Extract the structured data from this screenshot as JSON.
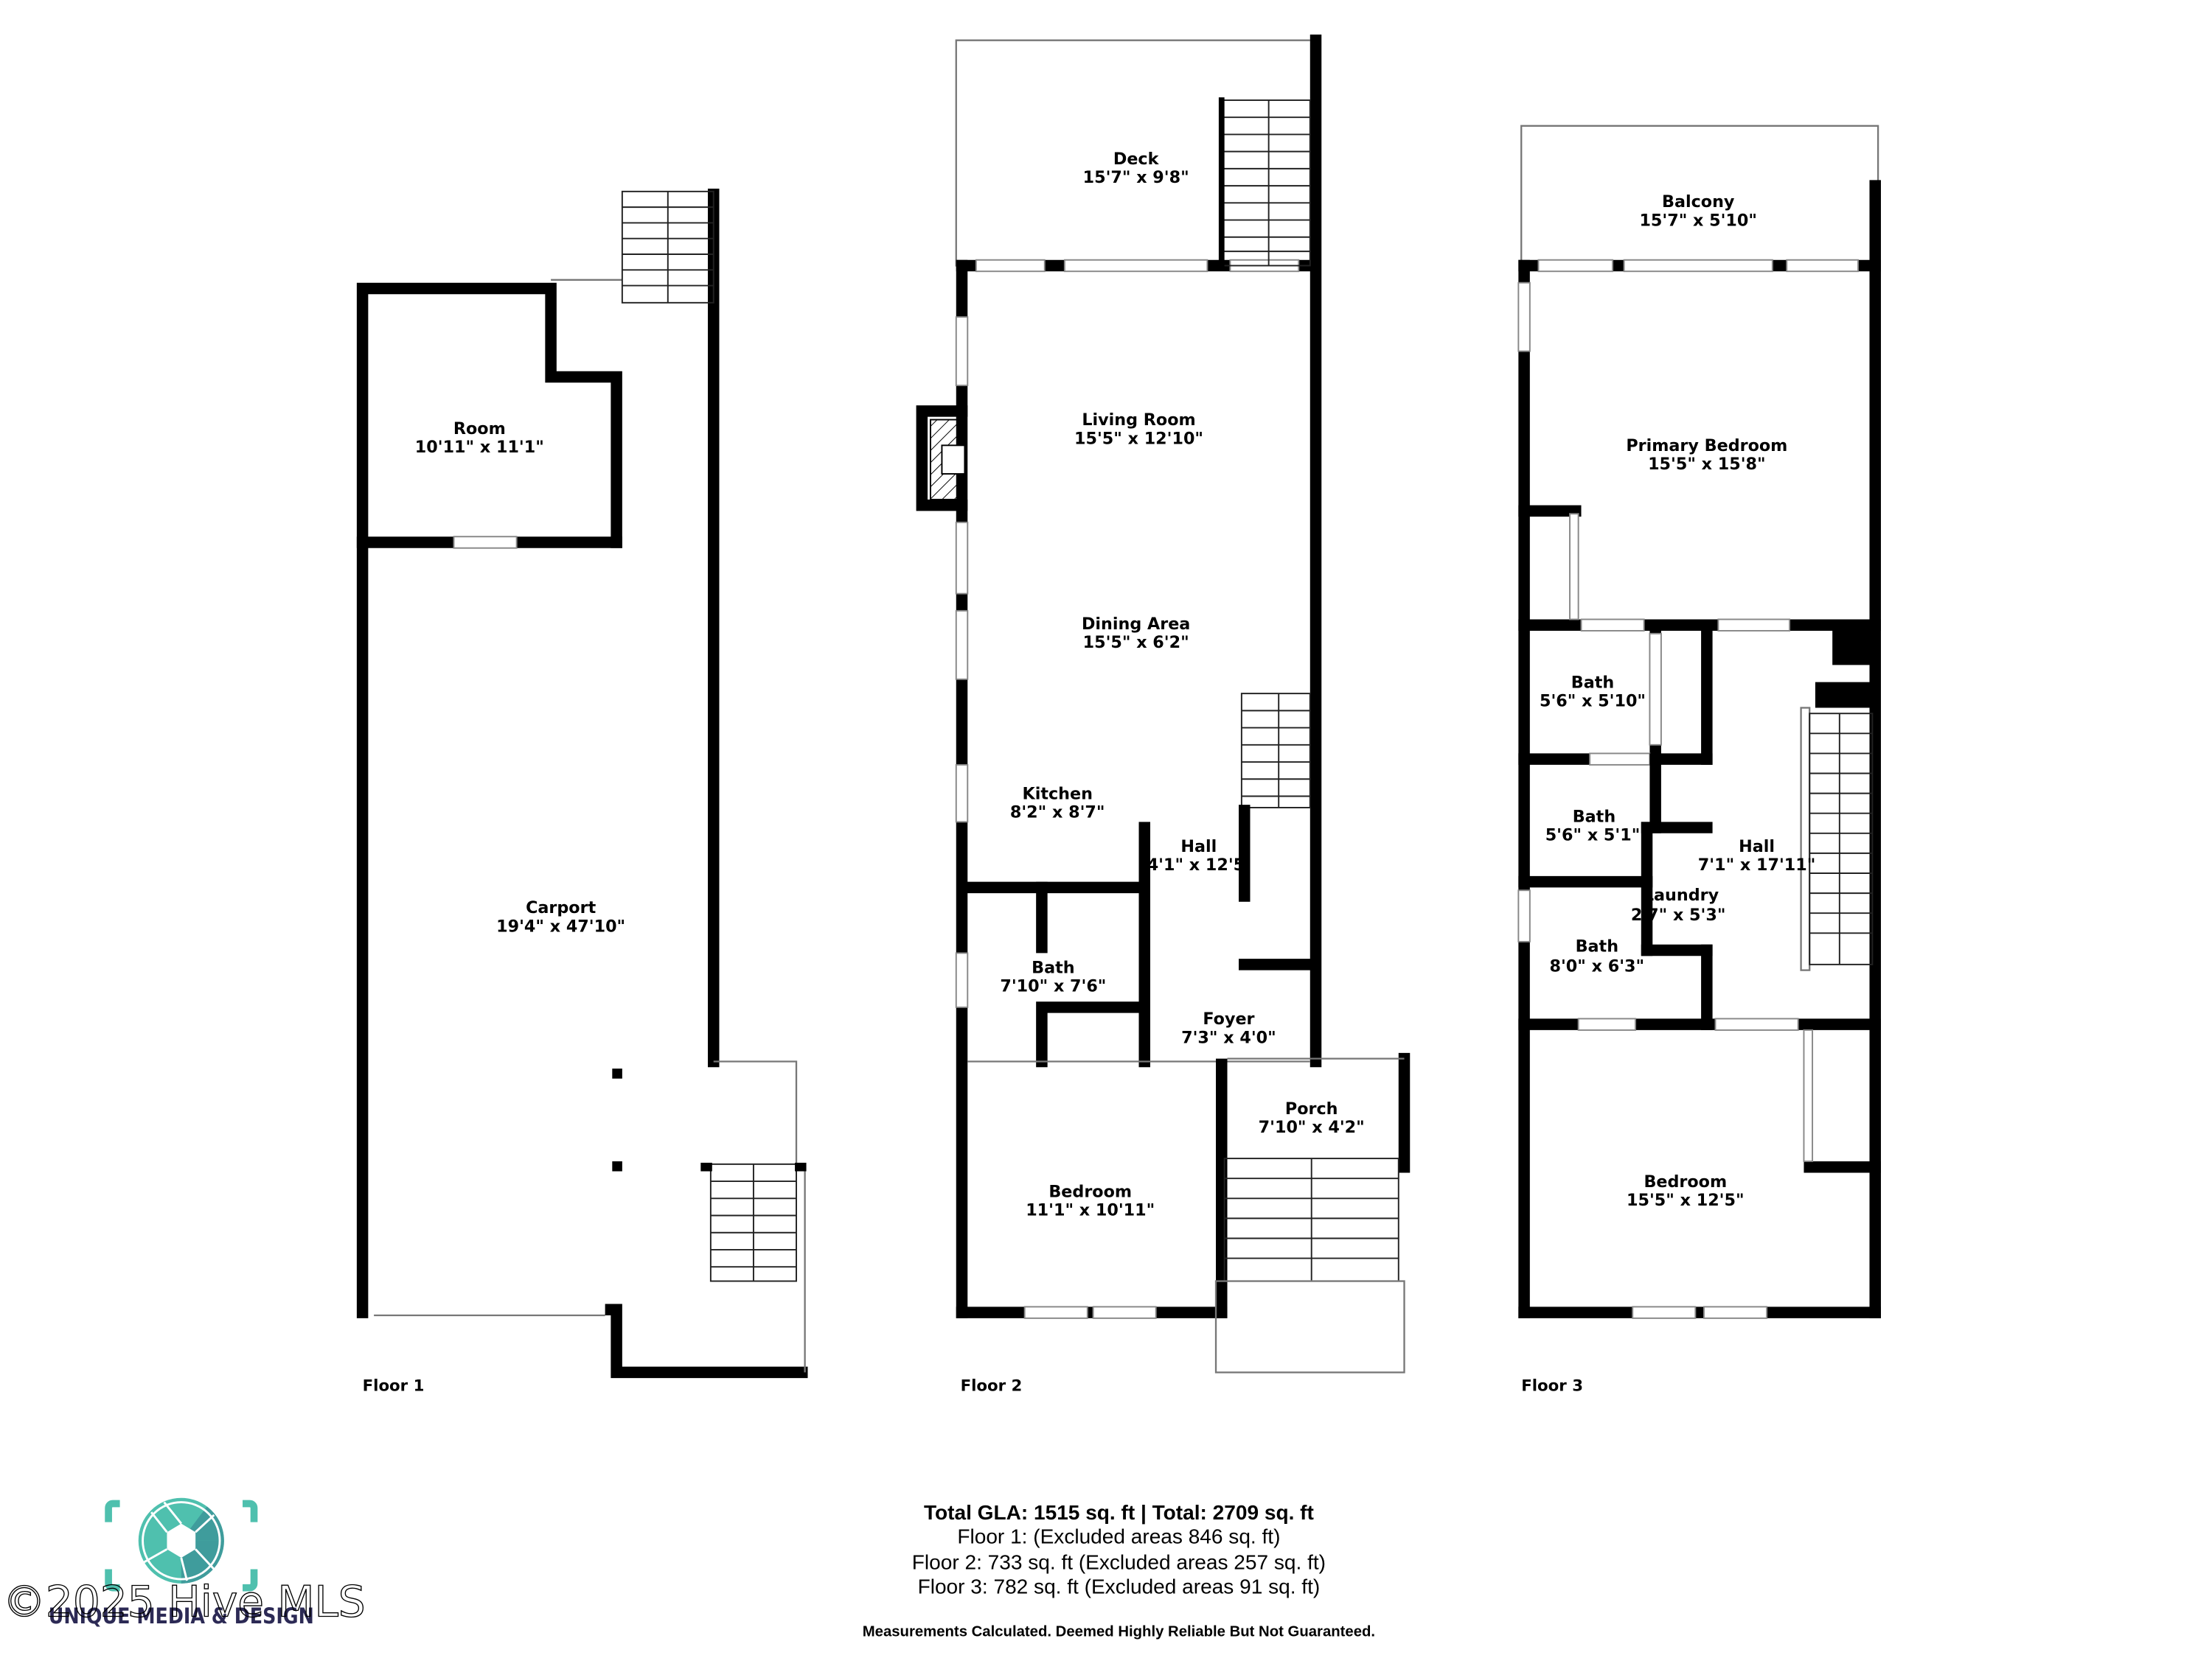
{
  "floors": [
    {
      "label": "Floor 1",
      "rooms": [
        {
          "name": "Room",
          "dims": "10'11\" x 11'1\""
        },
        {
          "name": "Carport",
          "dims": "19'4\" x 47'10\""
        }
      ]
    },
    {
      "label": "Floor 2",
      "rooms": [
        {
          "name": "Deck",
          "dims": "15'7\" x 9'8\""
        },
        {
          "name": "Living Room",
          "dims": "15'5\" x 12'10\""
        },
        {
          "name": "Dining Area",
          "dims": "15'5\" x 6'2\""
        },
        {
          "name": "Kitchen",
          "dims": "8'2\" x 8'7\""
        },
        {
          "name": "Hall",
          "dims": "4'1\" x 12'5"
        },
        {
          "name": "Bath",
          "dims": "7'10\" x 7'6\""
        },
        {
          "name": "Foyer",
          "dims": "7'3\" x 4'0\""
        },
        {
          "name": "Porch",
          "dims": "7'10\" x 4'2\""
        },
        {
          "name": "Bedroom",
          "dims": "11'1\" x 10'11\""
        }
      ]
    },
    {
      "label": "Floor 3",
      "rooms": [
        {
          "name": "Balcony",
          "dims": "15'7\" x 5'10\""
        },
        {
          "name": "Primary Bedroom",
          "dims": "15'5\" x 15'8\""
        },
        {
          "name": "Bath",
          "dims": "5'6\" x 5'10\""
        },
        {
          "name": "Bath",
          "dims": "5'6\" x 5'1\""
        },
        {
          "name": "Hall",
          "dims": "7'1\" x 17'11\""
        },
        {
          "name": "Laundry",
          "dims": "2'7\" x 5'3\""
        },
        {
          "name": "Bath",
          "dims": "8'0\" x 6'3\""
        },
        {
          "name": "Bedroom",
          "dims": "15'5\" x 12'5\""
        }
      ]
    }
  ],
  "summary": {
    "total": "Total GLA: 1515 sq. ft | Total: 2709 sq. ft",
    "floor1": "Floor 1: (Excluded areas 846 sq. ft)",
    "floor2": "Floor 2: 733 sq. ft (Excluded areas 257 sq. ft)",
    "floor3": "Floor 3: 782 sq. ft (Excluded areas 91 sq. ft)",
    "disclaimer": "Measurements Calculated. Deemed Highly Reliable But Not Guaranteed."
  },
  "logo": {
    "text": "UNIQUE MEDIA & DESIGN",
    "color_primary": "#4fc0ae",
    "color_secondary": "#3f9c9c",
    "text_color": "#2c2a55"
  },
  "watermark": "©2025 Hive MLS"
}
